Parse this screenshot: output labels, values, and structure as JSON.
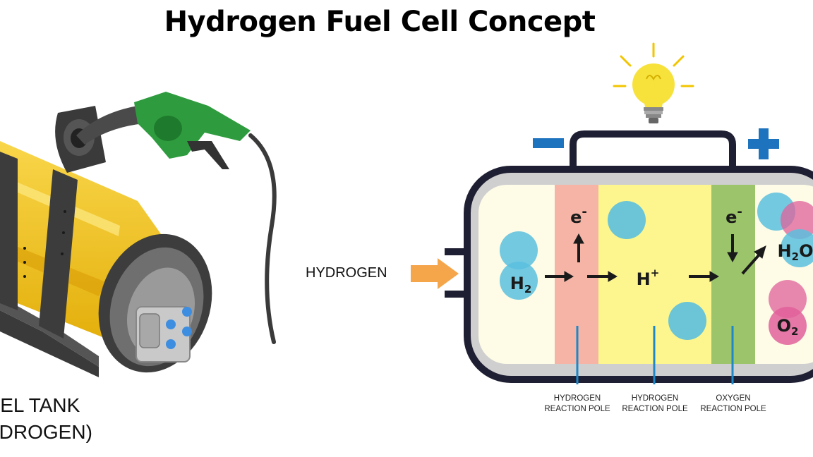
{
  "title": "Hydrogen Fuel Cell Concept",
  "tank_label": {
    "line1": "UEL TANK",
    "line2": "YDROGEN)"
  },
  "input_label": "HYDROGEN",
  "poles": [
    {
      "line1": "HYDROGEN",
      "line2": "REACTION POLE"
    },
    {
      "line1": "HYDROGEN",
      "line2": "REACTION POLE"
    },
    {
      "line1": "OXYGEN",
      "line2": "REACTION POLE"
    }
  ],
  "molecules": {
    "h2": "H",
    "h2_sub": "2",
    "h_plus": "H",
    "h_plus_sup": "+",
    "electron_left": "e",
    "electron_left_sup": "-",
    "electron_right": "e",
    "electron_right_sup": "-",
    "water": "H",
    "water_sub": "2",
    "water_o": "O",
    "oxygen": "O",
    "oxygen_sub": "2"
  },
  "terminals": {
    "negative": "−",
    "positive": "+"
  },
  "colors": {
    "hydrogen_blue": "#5bc0de",
    "oxygen_pink": "#e0609a",
    "anode_zone": "#f5b4a6",
    "electrolyte_zone": "#fdf68e",
    "cathode_zone": "#9cc56b",
    "terminal_blue": "#1e73be",
    "tank_yellow": "#f6c515",
    "nozzle_green": "#2e9c3e",
    "arrow_orange": "#f5a54a"
  }
}
